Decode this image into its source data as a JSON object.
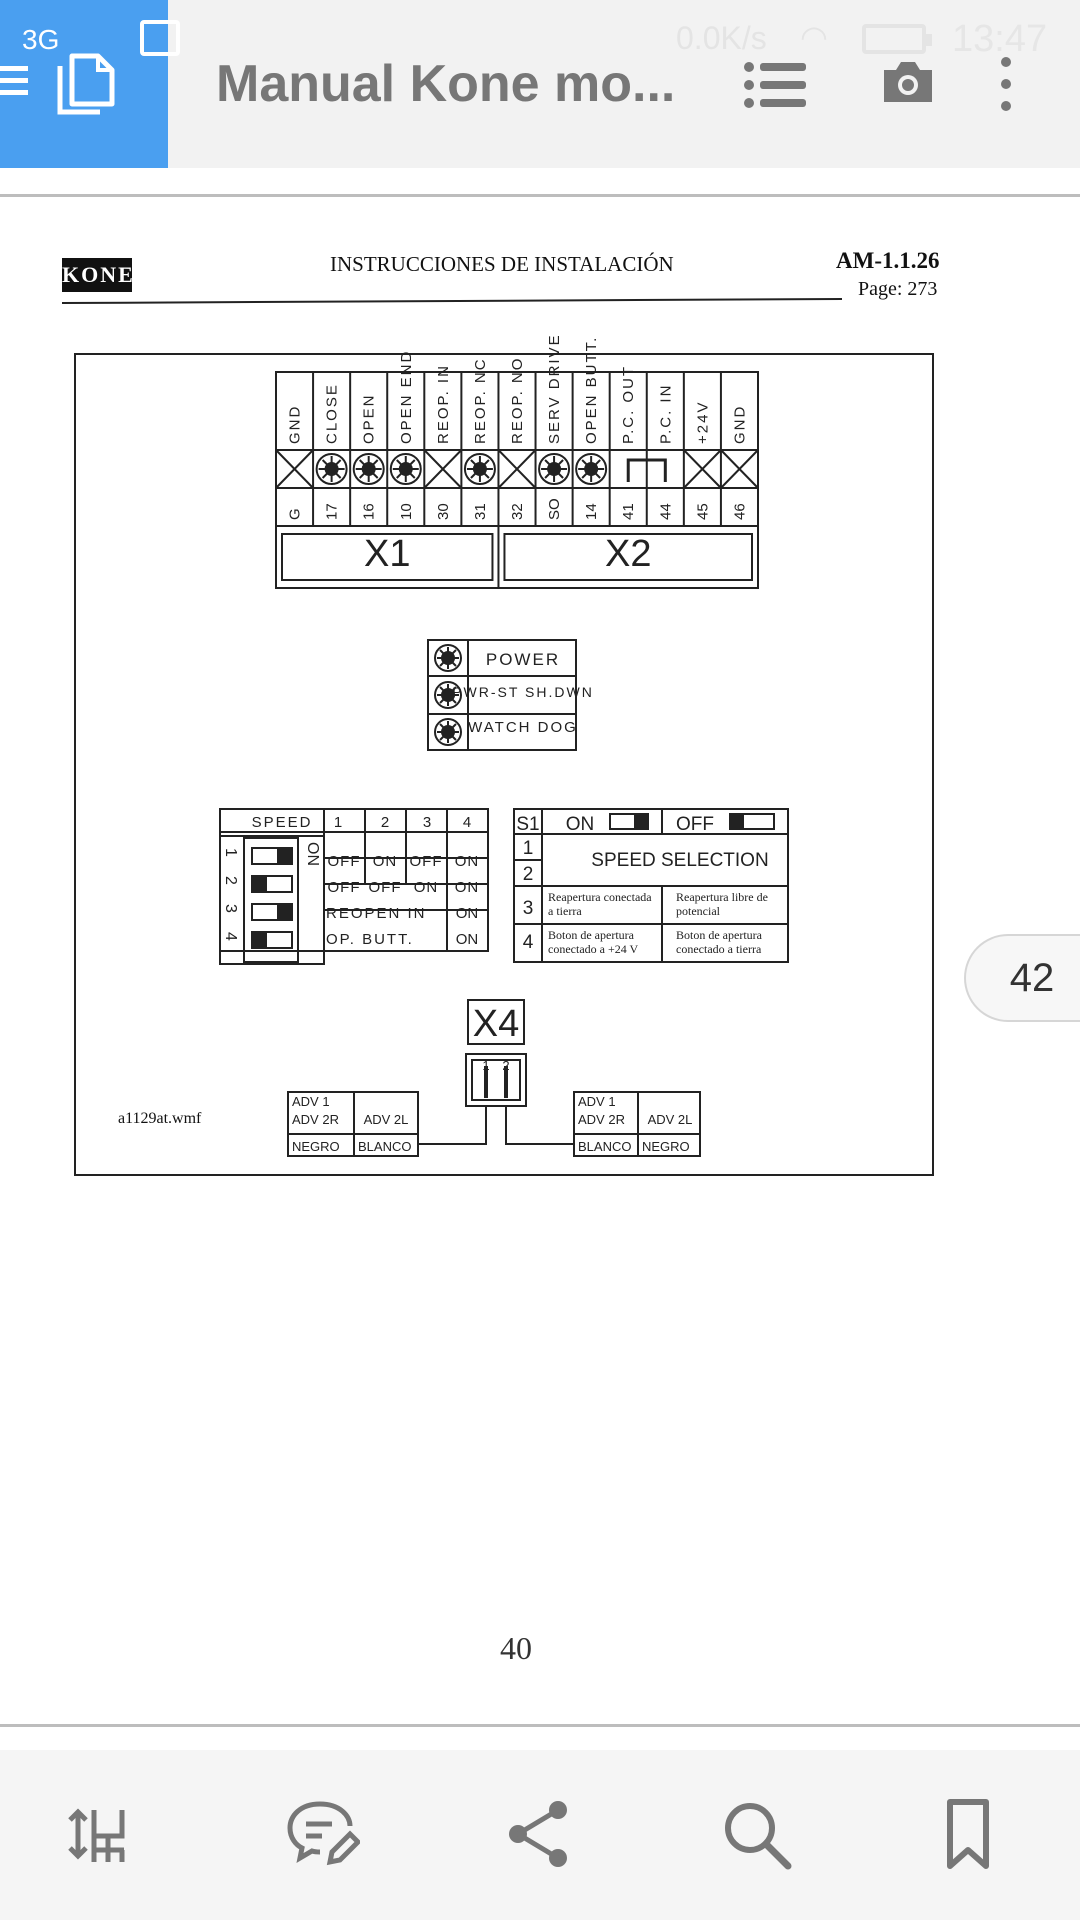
{
  "status_bar": {
    "signal": "3G",
    "speed": "0.0K/s",
    "time": "13:47"
  },
  "app_bar": {
    "title": "Manual Kone mo...",
    "icons": [
      "menu-icon",
      "files-icon",
      "list-icon",
      "camera-icon",
      "more-vert-icon"
    ]
  },
  "document": {
    "header": {
      "logo": "KONE",
      "title": "INSTRUCCIONES DE INSTALACIÓN",
      "code": "AM-1.1.26",
      "page": "Page: 273"
    },
    "terminals": {
      "labels": [
        "GND",
        "CLOSE",
        "OPEN",
        "OPEN END",
        "REOP. IN",
        "REOP. NC",
        "REOP. NO",
        "SERV DRIVE",
        "OPEN BUTT.",
        "P.C. OUT",
        "P.C. IN",
        "+24V",
        "GND"
      ],
      "numbers": [
        "G",
        "17",
        "16",
        "10",
        "30",
        "31",
        "32",
        "SO",
        "14",
        "41",
        "44",
        "45",
        "46"
      ],
      "x1": "X1",
      "x2": "X2"
    },
    "leds": [
      "POWER",
      "PWR-ST SH.DWN",
      "WATCH DOG"
    ],
    "dip_table": {
      "speed_label": "SPEED",
      "cols": [
        "1",
        "2",
        "3",
        "4"
      ],
      "on_label": "ON",
      "switch_nums": [
        "1",
        "2",
        "3",
        "4"
      ],
      "rows": [
        [
          "OFF",
          "ON",
          "OFF",
          "ON"
        ],
        [
          "OFF",
          "OFF",
          "ON",
          "ON"
        ],
        [
          "REOPEN IN",
          "ON"
        ],
        [
          "OP. BUTT.",
          "ON"
        ]
      ]
    },
    "s1_table": {
      "s1": "S1",
      "on": "ON",
      "off": "OFF",
      "speed_selection": "SPEED SELECTION",
      "row_nums": [
        "1",
        "2",
        "3",
        "4"
      ],
      "row3_left": "Reapertura conectada a tierra",
      "row3_right": "Reapertura libre de potencial",
      "row4_left": "Boton de apertura conectado a +24 V",
      "row4_right": "Boton de apertura conectado a tierra"
    },
    "x4": {
      "label": "X4",
      "pins": [
        "1",
        "2"
      ],
      "left_box": {
        "top": "ADV 1",
        "left": "ADV 2R",
        "right": "ADV 2L",
        "bottom_left": "NEGRO",
        "bottom_right": "BLANCO"
      },
      "right_box": {
        "top": "ADV 1",
        "left": "ADV 2R",
        "right": "ADV 2L",
        "bottom_left": "BLANCO",
        "bottom_right": "NEGRO"
      }
    },
    "file_name": "a1129at.wmf",
    "handwritten_number": "40"
  },
  "page_indicator": "42",
  "toolbar": {
    "icons": [
      "reflow-icon",
      "comment-edit-icon",
      "share-icon",
      "search-icon",
      "bookmark-icon"
    ]
  },
  "colors": {
    "accent": "#4a9ff0",
    "app_bar_bg": "#f2f2f2",
    "toolbar_bg": "#f5f5f5",
    "icon_gray": "#777777"
  }
}
